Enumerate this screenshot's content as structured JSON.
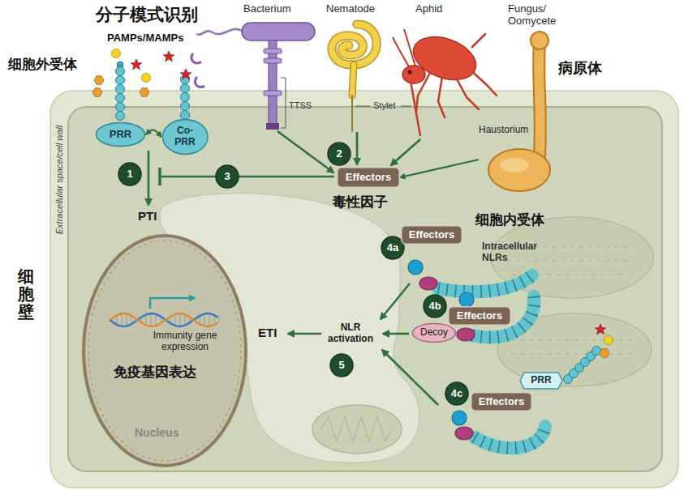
{
  "diagram": {
    "nodes": [
      {
        "text": [
          "PRR"
        ]
      },
      {
        "text": [
          "Co-PRR"
        ]
      },
      {
        "text": [
          "1"
        ]
      },
      {
        "text": [
          "2"
        ]
      },
      {
        "text": [
          "Effectors"
        ]
      },
      {
        "text": [
          "3"
        ]
      },
      {
        "text": [
          "Haustorium"
        ]
      },
      {
        "text": [
          "4a"
        ]
      },
      {
        "text": [
          "Effectors"
        ]
      },
      {
        "text": [
          "4b"
        ]
      },
      {
        "text": [
          "Effectors"
        ]
      },
      {
        "text": [
          "Decoy"
        ]
      },
      {
        "text": [
          "4c"
        ]
      },
      {
        "text": [
          "Effectors"
        ]
      },
      {
        "text": [
          "PRR"
        ]
      },
      {
        "text": [
          "5"
        ]
      },
      {
        "text": [
          "Immunity gene expression",
          "免疫基因表达",
          "Nucleus"
        ]
      }
    ],
    "edges": [
      {
        "from": 0,
        "to": 1,
        "arrow": "both"
      },
      {
        "from": 6,
        "to": 4,
        "arrow": "to"
      }
    ],
    "labels": [
      "分子模式识别",
      "PAMPs/MAMPs",
      "细胞外受体",
      "Bacterium",
      "Nematode",
      "Aphid",
      "Fungus/ Oomycete",
      "病原体",
      "TTSS",
      "Stylet",
      "毒性因子",
      "PTI",
      "Extracellular space/cell wall",
      "细胞壁",
      "细胞内受体",
      "Intracellular NLRs",
      "ETI",
      "NLR activation"
    ]
  }
}
